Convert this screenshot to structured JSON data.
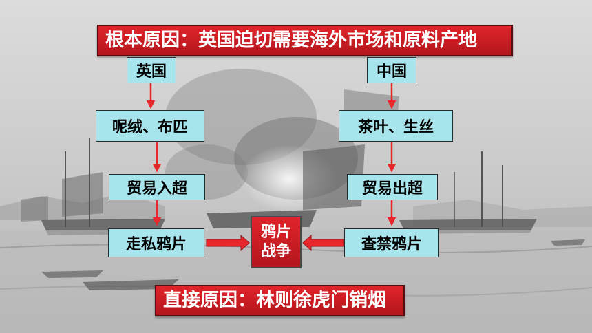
{
  "root_cause": "根本原因：英国迫切需要海外市场和原料产地",
  "britain": {
    "label": "英国",
    "export": "呢绒、布匹",
    "trade": "贸易入超",
    "action": "走私鸦片"
  },
  "china": {
    "label": "中国",
    "export": "茶叶、生丝",
    "trade": "贸易出超",
    "action": "查禁鸦片"
  },
  "war": {
    "line1": "鸦片",
    "line2": "战争"
  },
  "direct_cause": "直接原因：林则徐虎门销烟",
  "colors": {
    "banner": "#c81c22",
    "box": "#a8e4ec",
    "arrow": "#e8272d"
  }
}
